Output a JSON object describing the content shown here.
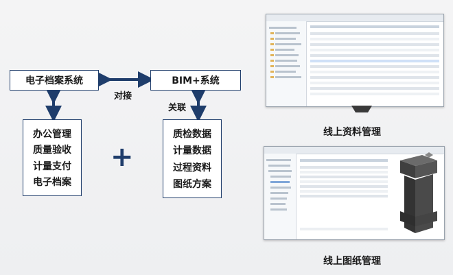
{
  "left_system": {
    "title": "电子档案系统",
    "items": [
      "办公管理",
      "质量验收",
      "计量支付",
      "电子档案"
    ]
  },
  "right_system": {
    "title": "BIM+系统",
    "items": [
      "质检数据",
      "计量数据",
      "过程资料",
      "图纸方案"
    ]
  },
  "connection_label": "对接",
  "association_label": "关联",
  "plus_symbol": "+",
  "captions": {
    "online_docs": "线上资料管理",
    "online_drawings": "线上图纸管理"
  },
  "colors": {
    "border": "#1f3d6b",
    "arrow": "#1f3d6b"
  }
}
